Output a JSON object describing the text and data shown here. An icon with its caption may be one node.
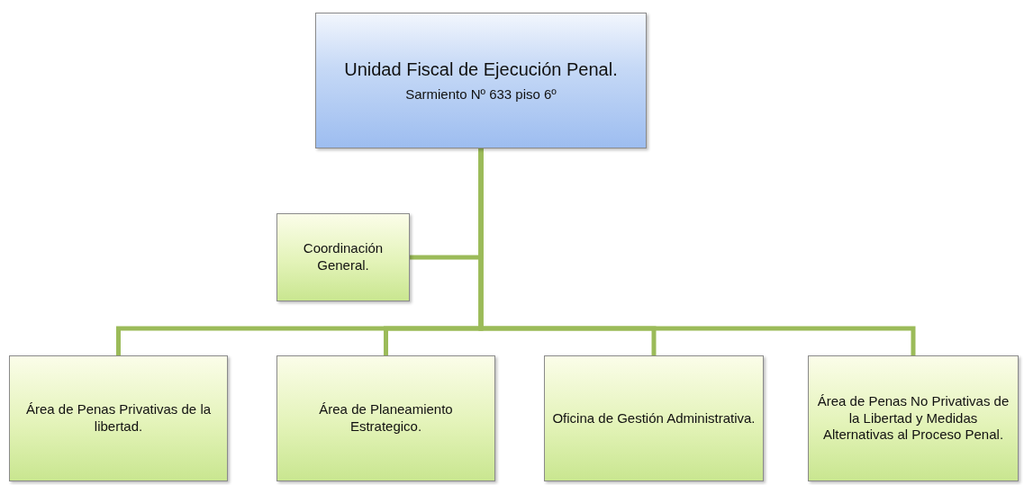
{
  "diagram": {
    "nodes": [
      {
        "text": [
          "Unidad Fiscal de Ejecución Penal.",
          "Sarmiento Nº 633 piso 6º"
        ]
      },
      {
        "text": [
          "Coordinación General."
        ]
      },
      {
        "text": [
          "Área de Penas Privativas de la libertad."
        ]
      },
      {
        "text": [
          "Área de Planeamiento Estrategico."
        ]
      },
      {
        "text": [
          "Oficina de Gestión Administrativa."
        ]
      },
      {
        "text": [
          "Área de Penas No Privativas de la Libertad y Medidas Alternativas al Proceso Penal."
        ]
      }
    ],
    "edges": [
      {
        "from": 0,
        "to": 1,
        "arrow": "none"
      },
      {
        "from": 0,
        "to": 2,
        "arrow": "none"
      },
      {
        "from": 0,
        "to": 3,
        "arrow": "none"
      },
      {
        "from": 0,
        "to": 4,
        "arrow": "none"
      },
      {
        "from": 0,
        "to": 5,
        "arrow": "none"
      }
    ]
  }
}
